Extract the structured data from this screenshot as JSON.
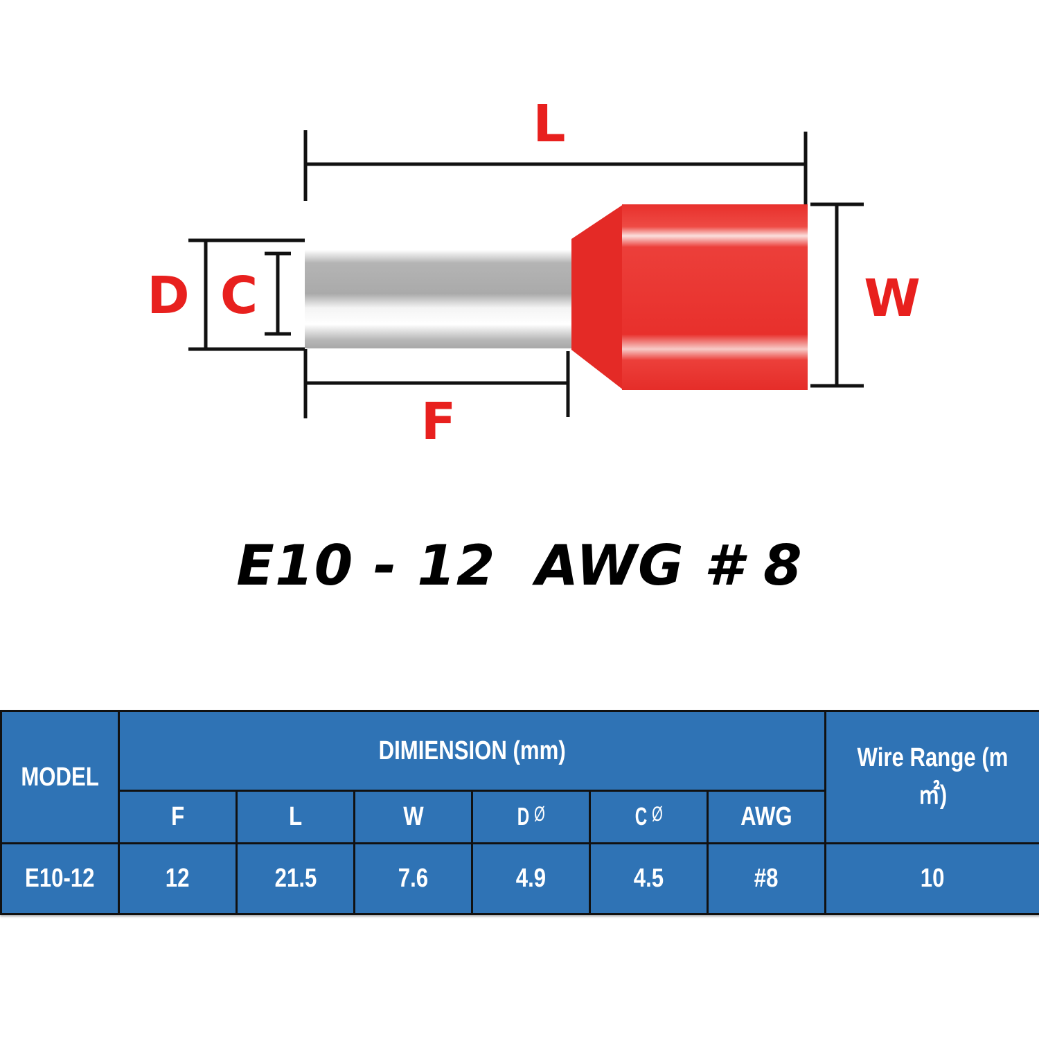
{
  "diagram": {
    "labels": {
      "L": "L",
      "W": "W",
      "D": "D",
      "C": "C",
      "F": "F"
    },
    "colors": {
      "insulation": "#e8302c",
      "label": "#e8201e",
      "metal": "#b0b0b0",
      "dimension_line": "#111111"
    }
  },
  "title": "E10 - 12  AWG # 8",
  "table": {
    "colors": {
      "cell_bg": "#2f73b5",
      "border": "#111111",
      "text": "#ffffff"
    },
    "header": {
      "model": "MODEL",
      "dimension_group": "DIMIENSION (mm)",
      "wire_range": "Wire Range (m㎡)",
      "columns": [
        {
          "key": "F",
          "label": "F"
        },
        {
          "key": "L",
          "label": "L"
        },
        {
          "key": "W",
          "label": "W"
        },
        {
          "key": "D",
          "label": "D",
          "symbol": "Ø"
        },
        {
          "key": "C",
          "label": "C",
          "symbol": "Ø"
        },
        {
          "key": "AWG",
          "label": "AWG"
        }
      ]
    },
    "rows": [
      {
        "model": "E10-12",
        "F": "12",
        "L": "21.5",
        "W": "7.6",
        "D": "4.9",
        "C": "4.5",
        "AWG": "#8",
        "wire_range": "10"
      }
    ]
  }
}
